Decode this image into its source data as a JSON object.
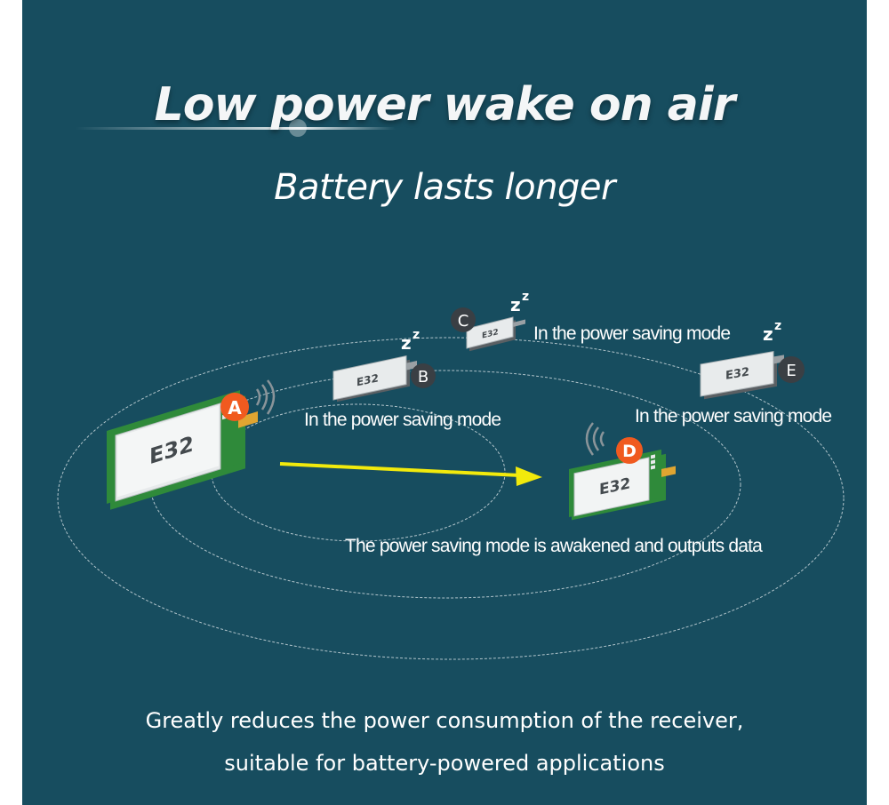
{
  "header": {
    "title": "Low power wake on air",
    "subtitle": "Battery lasts longer"
  },
  "nodes": {
    "a": {
      "letter": "A",
      "chip": "E32",
      "color": "#f05a1f"
    },
    "b": {
      "letter": "B",
      "chip": "E32",
      "color": "#3a3f44"
    },
    "c": {
      "letter": "C",
      "chip": "E32",
      "color": "#3a3f44"
    },
    "d": {
      "letter": "D",
      "chip": "E32",
      "color": "#f05a1f"
    },
    "e": {
      "letter": "E",
      "chip": "E32",
      "color": "#3a3f44"
    }
  },
  "labels": {
    "b": "In the power saving mode",
    "c": "In the power saving mode",
    "e": "In the power saving mode",
    "d": "The power saving mode is awakened and outputs data"
  },
  "sleep_icon": {
    "big": "z",
    "small": "z"
  },
  "colors": {
    "background": "#174d5f",
    "arrow": "#f2ea0c",
    "pcb": "#2f8a3a",
    "accent_active": "#f05a1f",
    "accent_sleep": "#3a3f44"
  },
  "footer": {
    "line1": "Greatly reduces the power consumption of the receiver,",
    "line2": "suitable for battery-powered applications"
  }
}
